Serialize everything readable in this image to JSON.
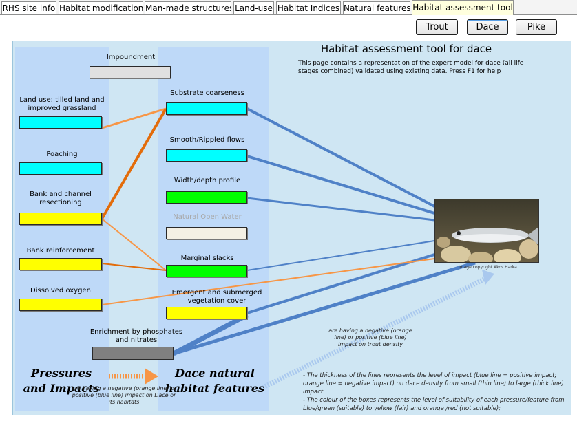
{
  "tabs": [
    {
      "label": "RHS site info"
    },
    {
      "label": "Habitat modification"
    },
    {
      "label": "Man-made structures"
    },
    {
      "label": "Land-use"
    },
    {
      "label": "Habitat Indices"
    },
    {
      "label": "Natural features"
    },
    {
      "label": "Habitat assessment tool",
      "active": true
    }
  ],
  "species_buttons": {
    "trout": "Trout",
    "dace": "Dace",
    "pike": "Pike"
  },
  "title": "Habitat assessment tool for dace",
  "description": "This page contains a representation of the expert model for dace (all life stages combined) validated using existing data.  Press F1 for help",
  "pressures": {
    "impoundment": "Impoundment",
    "land_use": "Land use: tilled land and improved grassland",
    "poaching": "Poaching",
    "bank_channel": "Bank and channel resectioning",
    "bank_reinforcement": "Bank reinforcement",
    "dissolved_oxygen": "Dissolved oxygen",
    "enrichment": "Enrichment by phosphates and nitrates"
  },
  "features": {
    "substrate": "Substrate coarseness",
    "flows": "Smooth/Rippled flows",
    "width_depth": "Width/depth profile",
    "open_water": "Natural Open Water",
    "marginal_slacks": "Marginal slacks",
    "vegetation": "Emergent and submerged vegetation cover"
  },
  "colors": {
    "cyan": "#00ffff",
    "green": "#00ff00",
    "yellow": "#ffff00",
    "grey_light": "#e0e0e0",
    "grey_dark": "#808080",
    "off_white": "#f4f0e4",
    "blue_line": "#4f81c7",
    "orange_line": "#f79646"
  },
  "labels": {
    "pressures_heading": "Pressures and Impacts",
    "features_heading": "Dace natural habitat features",
    "pressure_impact_note": "are having a negative (orange line) or positive (blue line) impact on Dace or its habitats",
    "feature_impact_note": "are having a negative (orange line) or positive (blue line) impact on trout density",
    "photo_credit": "Image copyright Akos Harka"
  },
  "notes": "- The thickness of the lines represents the level of impact (blue line = positive impact; orange line = negative impact) on dace density from small (thin line) to large (thick line) impact.\n- The colour of the boxes represents the level of suitability of each pressure/feature from blue/green (suitable) to yellow (fair) and orange /red (not suitable);"
}
